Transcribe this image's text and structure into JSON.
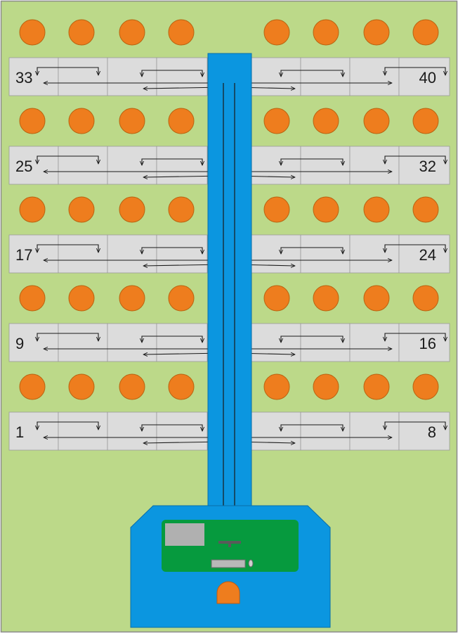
{
  "colors": {
    "background": "#bcd989",
    "border": "#8a8a8a",
    "circle": "#ee7d1e",
    "circle_stroke": "#b96410",
    "row_fill": "#dcdcdc",
    "row_line": "#9a9a9a",
    "tower": "#0b96e0",
    "tower_stroke": "#0a6ea8",
    "board": "#069a3e",
    "board_dark": "#067a32",
    "arrow": "#1a1a1a",
    "display": "#b0b0b0",
    "knob": "#ee7d1e"
  },
  "rows": [
    {
      "left_label": "33",
      "right_label": "40"
    },
    {
      "left_label": "25",
      "right_label": "32"
    },
    {
      "left_label": "17",
      "right_label": "24"
    },
    {
      "left_label": "9",
      "right_label": "16"
    },
    {
      "left_label": "1",
      "right_label": "8"
    }
  ],
  "circle_rows": 5,
  "circles_per_side": 4,
  "icons": {
    "circle": "orange-disc-icon",
    "controller": "controller-box-icon",
    "display": "display-screen-icon",
    "knob": "knob-icon"
  }
}
